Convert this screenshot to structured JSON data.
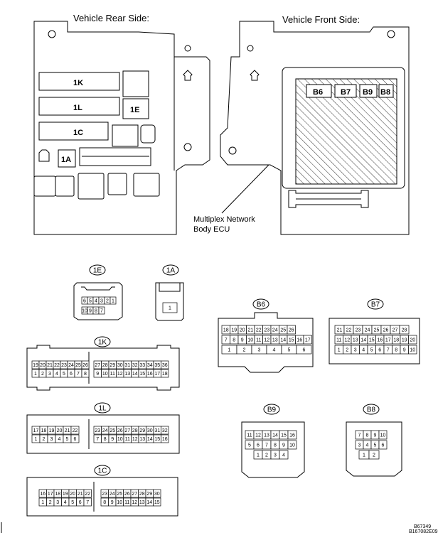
{
  "headings": {
    "rear": "Vehicle Rear Side:",
    "front": "Vehicle Front Side:"
  },
  "callout": {
    "line1": "Multiplex Network",
    "line2": "Body ECU"
  },
  "jb_labels": {
    "k": "1K",
    "l": "1L",
    "c": "1C",
    "e": "1E",
    "a": "1A"
  },
  "ecu_labels": {
    "b6": "B6",
    "b7": "B7",
    "b9": "B9",
    "b8": "B8"
  },
  "connector_tags": {
    "e": "1E",
    "a": "1A",
    "b6": "B6",
    "b7": "B7",
    "k": "1K",
    "l": "1L",
    "b9": "B9",
    "b8": "B8",
    "c": "1C"
  },
  "pins": {
    "e": {
      "top": [
        "6",
        "5",
        "4",
        "3",
        "2",
        "1"
      ],
      "bottom": [
        "10",
        "9",
        "8",
        "7"
      ]
    },
    "a": {
      "top": [
        "1"
      ]
    },
    "b6": {
      "top": [
        "18",
        "19",
        "20",
        "21",
        "22",
        "23",
        "24",
        "25",
        "26"
      ],
      "mid": [
        "7",
        "8",
        "9",
        "10",
        "11",
        "12",
        "13",
        "14",
        "15",
        "16",
        "17"
      ],
      "bottom": [
        "1",
        "2",
        "3",
        "4",
        "5",
        "6"
      ]
    },
    "b7": {
      "top": [
        "21",
        "22",
        "23",
        "24",
        "25",
        "26",
        "27",
        "28"
      ],
      "mid": [
        "11",
        "12",
        "13",
        "14",
        "15",
        "16",
        "17",
        "18",
        "19",
        "20"
      ],
      "bottom": [
        "1",
        "2",
        "3",
        "4",
        "5",
        "6",
        "7",
        "8",
        "9",
        "10"
      ]
    },
    "k": {
      "top_left": [
        "19",
        "20",
        "21",
        "22",
        "23",
        "24",
        "25",
        "26"
      ],
      "top_right": [
        "27",
        "28",
        "29",
        "30",
        "31",
        "32",
        "33",
        "34",
        "35",
        "36"
      ],
      "bottom_left": [
        "1",
        "2",
        "3",
        "4",
        "5",
        "6",
        "7",
        "8"
      ],
      "bottom_right": [
        "9",
        "10",
        "11",
        "12",
        "13",
        "14",
        "15",
        "16",
        "17",
        "18"
      ]
    },
    "l": {
      "top_left": [
        "17",
        "18",
        "19",
        "20",
        "21",
        "22"
      ],
      "top_right": [
        "23",
        "24",
        "25",
        "26",
        "27",
        "28",
        "29",
        "30",
        "31",
        "32"
      ],
      "bottom_left": [
        "1",
        "2",
        "3",
        "4",
        "5",
        "6"
      ],
      "bottom_right": [
        "7",
        "8",
        "9",
        "10",
        "11",
        "12",
        "13",
        "14",
        "15",
        "16"
      ]
    },
    "c": {
      "top_left": [
        "16",
        "17",
        "18",
        "19",
        "20",
        "21",
        "22"
      ],
      "top_right": [
        "23",
        "24",
        "25",
        "26",
        "27",
        "28",
        "29",
        "30"
      ],
      "bottom_left": [
        "1",
        "2",
        "3",
        "4",
        "5",
        "6",
        "7"
      ],
      "bottom_right": [
        "8",
        "9",
        "10",
        "11",
        "12",
        "13",
        "14",
        "15"
      ]
    },
    "b9": {
      "top": [
        "11",
        "12",
        "13",
        "14",
        "15",
        "16"
      ],
      "mid": [
        "5",
        "6",
        "7",
        "8",
        "9",
        "10"
      ],
      "bottom": [
        "1",
        "2",
        "3",
        "4"
      ]
    },
    "b8": {
      "top": [
        "7",
        "8",
        "9",
        "10"
      ],
      "mid": [
        "3",
        "4",
        "5",
        "6"
      ],
      "bottom": [
        "1",
        "2"
      ]
    }
  },
  "figure_codes": {
    "a": "B67349",
    "b": "B167082E09"
  }
}
